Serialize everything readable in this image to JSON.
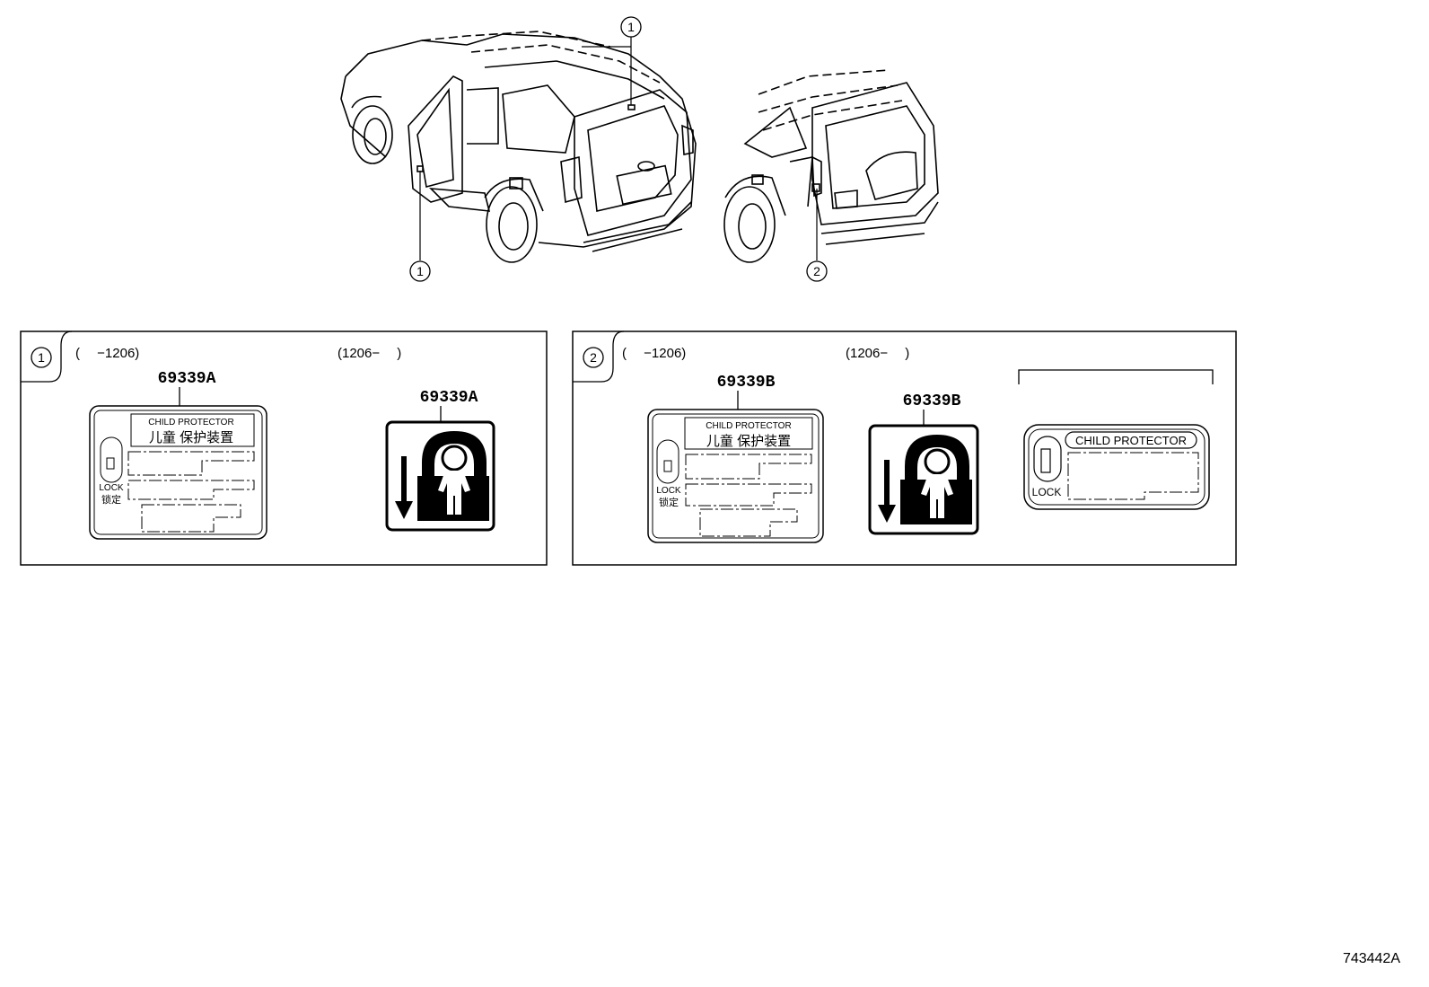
{
  "callouts": {
    "one": "1",
    "two": "2"
  },
  "panel1": {
    "badge": "1",
    "range_before": "(　 −1206)",
    "range_after": "(1206−　 )",
    "part_left": "69339A",
    "part_right": "69339A",
    "label_title_en": "CHILD PROTECTOR",
    "label_title_cn": "儿童 保护装置",
    "lock_en": "LOCK",
    "lock_cn": "锁定"
  },
  "panel2": {
    "badge": "2",
    "range_before": "(　 −1206)",
    "range_after": "(1206−　 )",
    "part_left": "69339B",
    "part_right": "69339B",
    "label_title_en": "CHILD PROTECTOR",
    "label_title_cn": "儿童 保护装置",
    "lock_en": "LOCK",
    "lock_cn": "锁定",
    "label3_title": "CHILD PROTECTOR",
    "label3_lock": "LOCK"
  },
  "diagram_ref": "743442A"
}
